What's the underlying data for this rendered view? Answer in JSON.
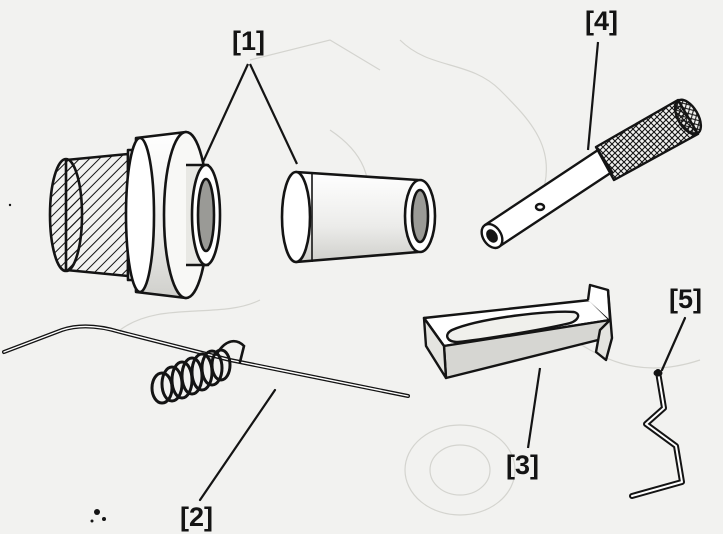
{
  "labels": {
    "part1": "[1]",
    "part2": "[2]",
    "part3": "[3]",
    "part4": "[4]",
    "part5": "[5]"
  },
  "colors": {
    "background": "#f2f2f0",
    "ink": "#141414",
    "shade": "#d6d6d2"
  }
}
